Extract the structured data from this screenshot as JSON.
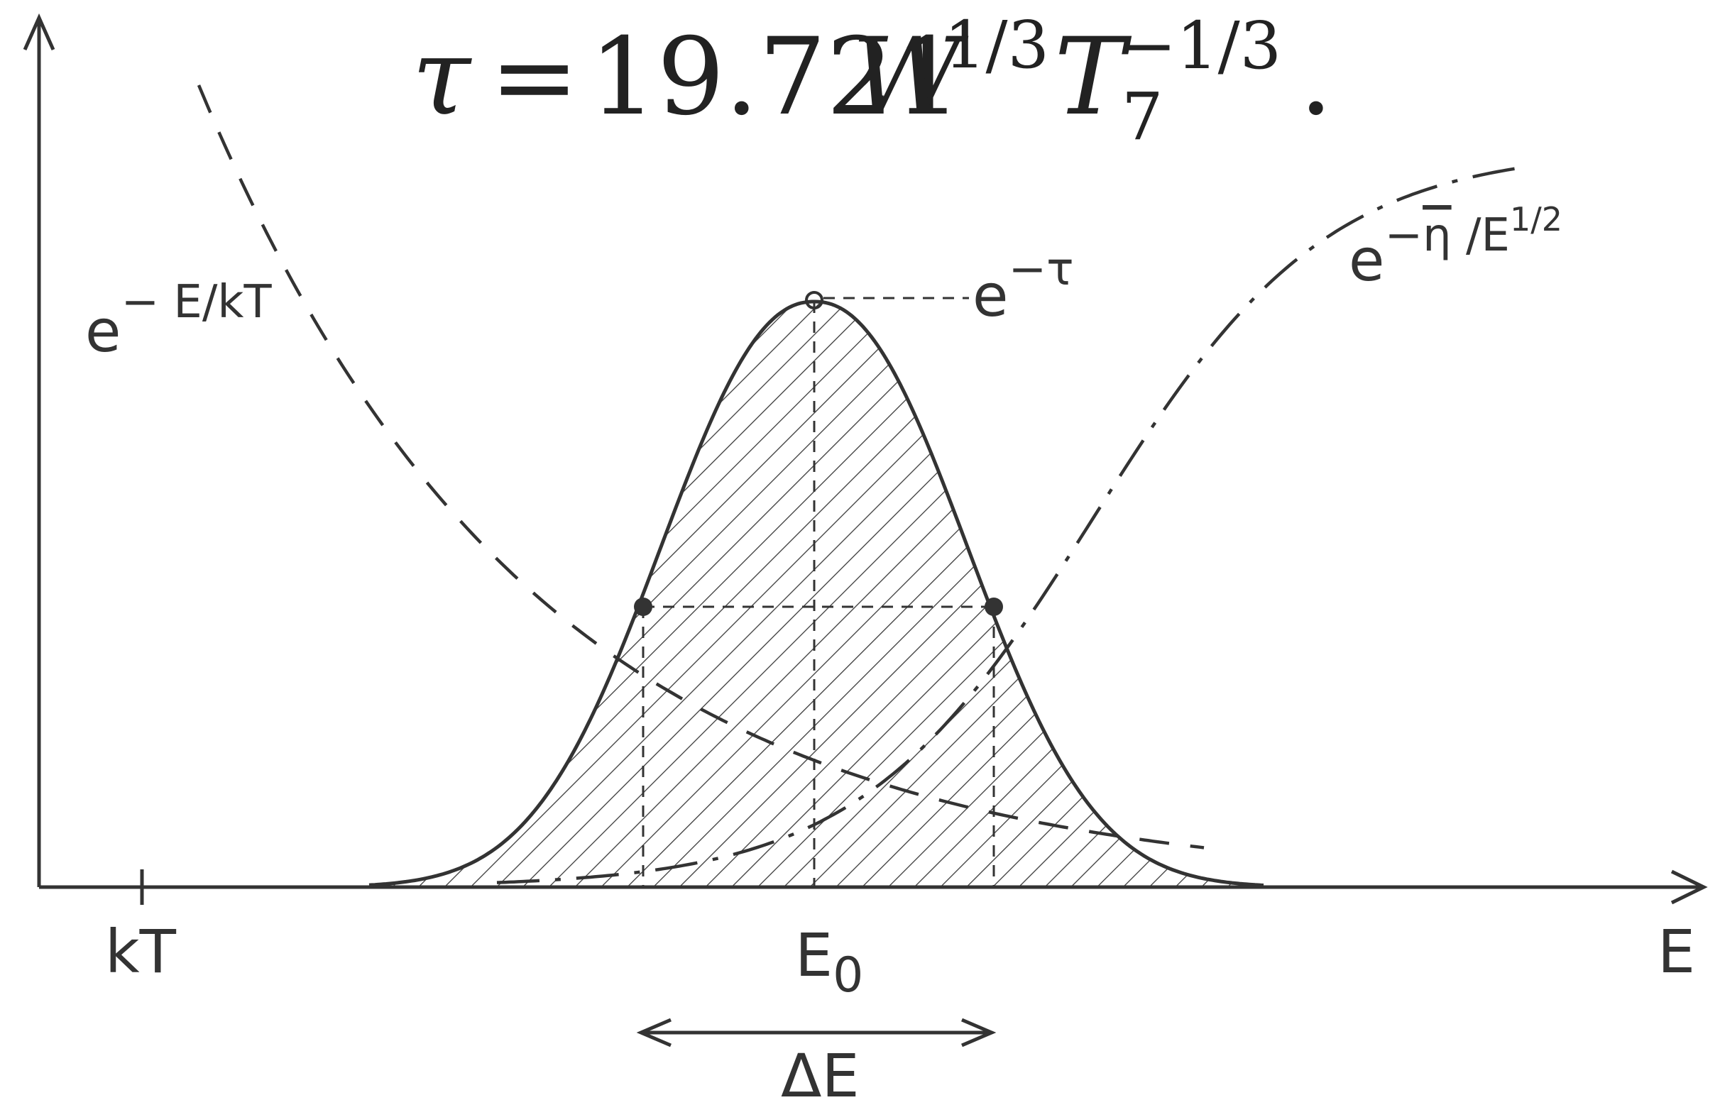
{
  "equation": {
    "lhs": "τ",
    "eq": "=",
    "coef": "19.721",
    "w": "W",
    "w_exp": "1/3",
    "t": "T",
    "t_sub": "7",
    "t_exp": "−1/3",
    "end": "."
  },
  "labels": {
    "boltzmann": {
      "base": "e",
      "exp": "− E/kT"
    },
    "tunneling": {
      "base": "e",
      "exp_minus": "−",
      "eta": "η",
      "exp_rest": " /E",
      "exp_frac": "1/2"
    },
    "peak": {
      "base": "e",
      "exp": "−τ"
    },
    "kt_tick": "kT",
    "e0_tick": "E",
    "e0_sub": "0",
    "axis_e": "E",
    "delta_e": "ΔE"
  },
  "colors": {
    "ink": "#333333",
    "hatch": "#3a3a3a",
    "paper": "#ffffff"
  }
}
